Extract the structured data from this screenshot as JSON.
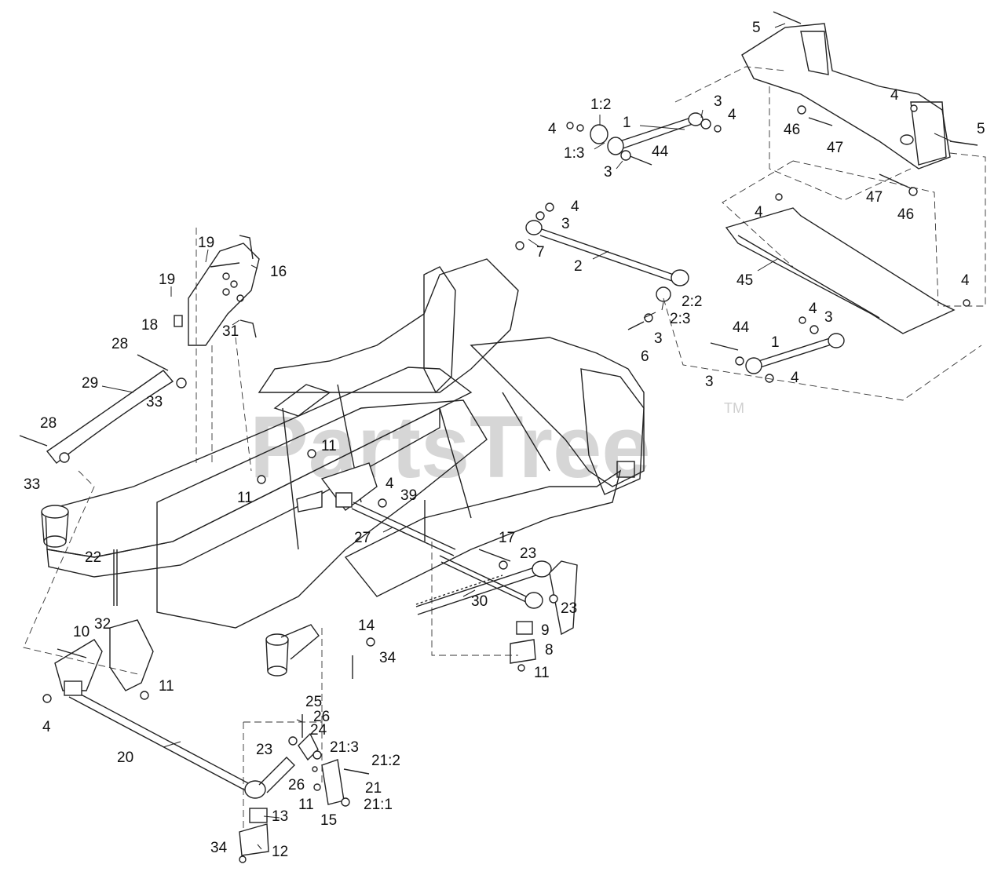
{
  "watermark": {
    "text": "PartsTree",
    "trademark": "TM"
  },
  "callouts": [
    "5",
    "1:2",
    "3",
    "4",
    "1",
    "4",
    "4",
    "46",
    "47",
    "5",
    "1:3",
    "3",
    "44",
    "47",
    "46",
    "4",
    "3",
    "4",
    "7",
    "2",
    "45",
    "4",
    "2:2",
    "2:3",
    "3",
    "6",
    "4",
    "3",
    "44",
    "1",
    "3",
    "4",
    "19",
    "19",
    "16",
    "18",
    "31",
    "28",
    "29",
    "33",
    "28",
    "33",
    "11",
    "11",
    "4",
    "39",
    "27",
    "17",
    "23",
    "22",
    "30",
    "23",
    "9",
    "8",
    "11",
    "10",
    "32",
    "11",
    "14",
    "34",
    "4",
    "25",
    "26",
    "24",
    "23",
    "21:3",
    "21:2",
    "26",
    "21",
    "11",
    "21:1",
    "20",
    "13",
    "15",
    "12",
    "34"
  ]
}
